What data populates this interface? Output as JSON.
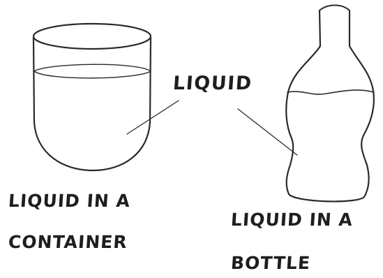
{
  "labels": {
    "liquid": "LIQUID",
    "container_caption": [
      "LIQUID IN A",
      "CONTAINER"
    ],
    "bottle_caption": [
      "LIQUID IN A",
      "BOTTLE"
    ]
  },
  "colors": {
    "ink": "#2a2a2a",
    "background": "#ffffff"
  }
}
